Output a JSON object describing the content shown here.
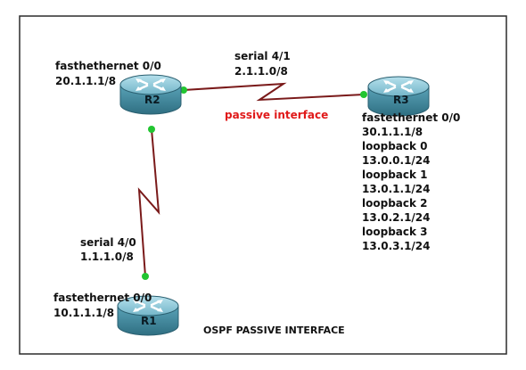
{
  "colors": {
    "link": "#7a1a1a",
    "endpoint": "#22c531",
    "passive_label": "#e01919",
    "router_body": "#5aa3b8"
  },
  "routers": {
    "r1": {
      "name": "R1",
      "icon": "router-icon"
    },
    "r2": {
      "name": "R2",
      "icon": "router-icon"
    },
    "r3": {
      "name": "R3",
      "icon": "router-icon"
    }
  },
  "labels": {
    "r2_if_name": "fasthethernet 0/0",
    "r2_if_addr": "20.1.1.1/8",
    "r2_r3_if_name": "serial 4/1",
    "r2_r3_if_addr": "2.1.1.0/8",
    "passive": "passive interface",
    "r3_lines": [
      "fastethernet 0/0",
      "30.1.1.1/8",
      "loopback 0",
      "13.0.0.1/24",
      "loopback 1",
      "13.0.1.1/24",
      "loopback 2",
      "13.0.2.1/24",
      "loopback 3",
      "13.0.3.1/24"
    ],
    "r1_r2_if_name": "serial 4/0",
    "r1_r2_if_addr": "1.1.1.0/8",
    "r1_if_name": "fastethernet 0/0",
    "r1_if_addr": "10.1.1.1/8",
    "title": "OSPF PASSIVE INTERFACE"
  }
}
